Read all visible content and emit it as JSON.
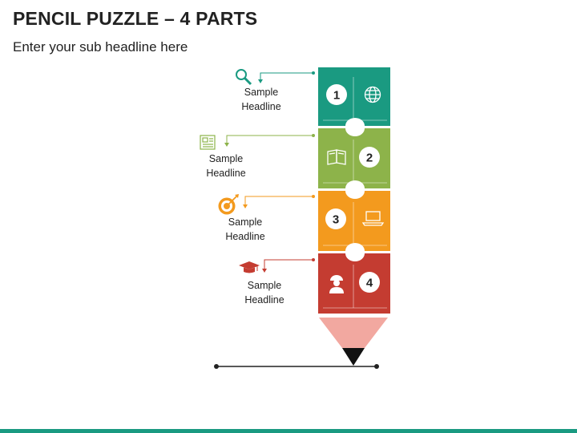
{
  "title": "PENCIL PUZZLE – 4 PARTS",
  "subtitle": "Enter your sub headline here",
  "colors": {
    "part1": "#1a9a81",
    "part2": "#8db34a",
    "part3": "#f39a1e",
    "part4": "#c43c31",
    "tip_wood": "#f2a8a0",
    "lead": "#111111",
    "bottom_bar": "#1a9a81"
  },
  "parts": [
    {
      "number": "1",
      "label_line1": "Sample",
      "label_line2": "Headline",
      "side_icon": "magnifier-icon",
      "inner_icon": "globe-icon"
    },
    {
      "number": "2",
      "label_line1": "Sample",
      "label_line2": "Headline",
      "side_icon": "newspaper-icon",
      "inner_icon": "book-icon"
    },
    {
      "number": "3",
      "label_line1": "Sample",
      "label_line2": "Headline",
      "side_icon": "target-icon",
      "inner_icon": "laptop-icon"
    },
    {
      "number": "4",
      "label_line1": "Sample",
      "label_line2": "Headline",
      "side_icon": "graduation-cap-icon",
      "inner_icon": "worker-icon"
    }
  ]
}
